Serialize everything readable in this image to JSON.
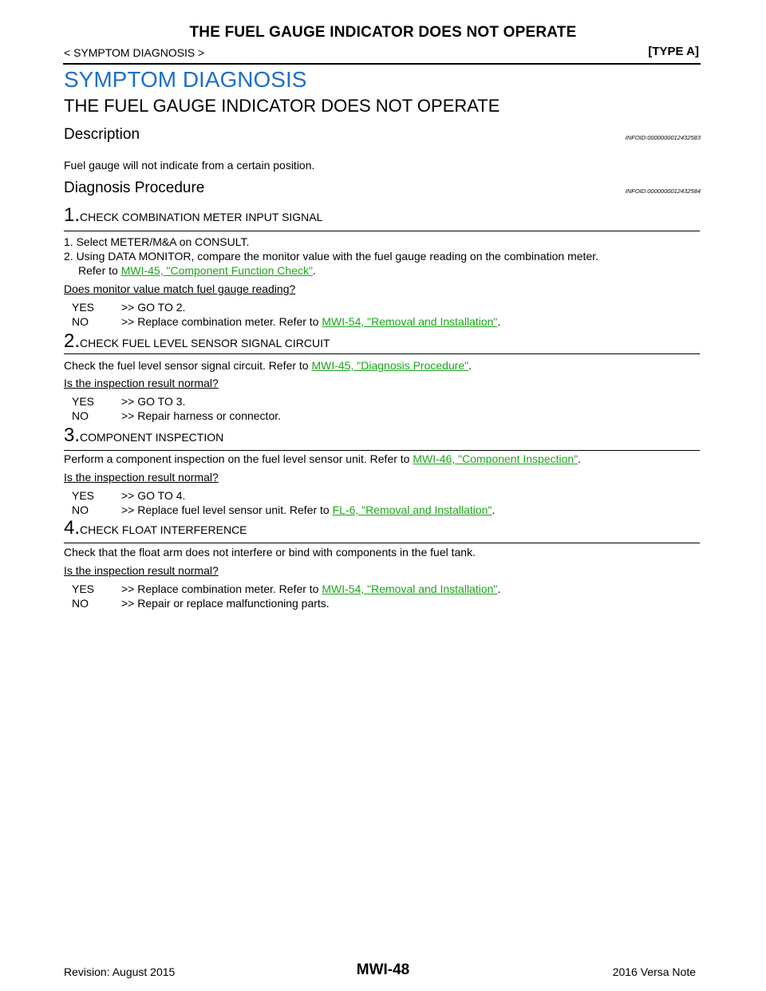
{
  "header": {
    "title": "THE FUEL GAUGE INDICATOR DOES NOT OPERATE",
    "breadcrumb": "< SYMPTOM DIAGNOSIS >",
    "type": "[TYPE A]"
  },
  "section_title": "SYMPTOM DIAGNOSIS",
  "subsection_title": "THE FUEL GAUGE INDICATOR DOES NOT OPERATE",
  "description": {
    "heading": "Description",
    "infoid": "INFOID:0000000012432583",
    "text": "Fuel gauge will not indicate from a certain position."
  },
  "procedure": {
    "heading": "Diagnosis Procedure",
    "infoid": "INFOID:0000000012432584"
  },
  "steps": [
    {
      "num": "1.",
      "title": "CHECK COMBINATION METER INPUT SIGNAL",
      "line1": "1.   Select METER/M&A on CONSULT.",
      "line2": "2.   Using DATA MONITOR, compare the monitor value with the fuel gauge reading on the combination meter.",
      "line3_pre": "Refer to ",
      "line3_link": "MWI-45, \"Component Function Check\"",
      "line3_post": ".",
      "question": "Does monitor value match fuel gauge reading?",
      "yes_label": "YES",
      "yes_text": ">> GO TO 2.",
      "no_label": "NO",
      "no_pre": ">> Replace combination meter. Refer to ",
      "no_link": "MWI-54, \"Removal and Installation\"",
      "no_post": "."
    },
    {
      "num": "2.",
      "title": "CHECK FUEL LEVEL SENSOR SIGNAL CIRCUIT",
      "text_pre": "Check the fuel level sensor signal circuit. Refer to ",
      "text_link": "MWI-45, \"Diagnosis  Procedure\"",
      "text_post": ".",
      "question": "Is the inspection result normal?",
      "yes_label": "YES",
      "yes_text": ">> GO TO 3.",
      "no_label": "NO",
      "no_text": ">> Repair harness or connector."
    },
    {
      "num": "3.",
      "title": "COMPONENT INSPECTION",
      "text_pre": "Perform a component inspection on the fuel level sensor unit. Refer to ",
      "text_link": "MWI-46, \"Component Inspection\"",
      "text_post": ".",
      "question": "Is the inspection result normal?",
      "yes_label": "YES",
      "yes_text": ">> GO TO 4.",
      "no_label": "NO",
      "no_pre": ">> Replace fuel level sensor unit. Refer to ",
      "no_link": "FL-6, \"Removal and Installation\"",
      "no_post": "."
    },
    {
      "num": "4.",
      "title": "CHECK FLOAT INTERFERENCE",
      "text": "Check that the float arm does not interfere or bind with components in the fuel tank.",
      "question": "Is the inspection result normal?",
      "yes_label": "YES",
      "yes_pre": ">> Replace combination meter. Refer to ",
      "yes_link": "MWI-54, \"Removal and Installation\"",
      "yes_post": ".",
      "no_label": "NO",
      "no_text": ">> Repair or replace malfunctioning parts."
    }
  ],
  "footer": {
    "revision": "Revision: August 2015",
    "page": "MWI-48",
    "model": "2016 Versa Note"
  }
}
